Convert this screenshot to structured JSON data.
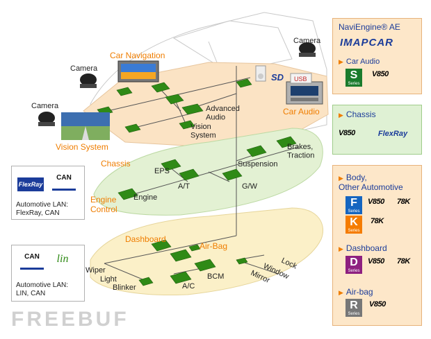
{
  "diagram": {
    "labels": {
      "car_navigation": "Car Navigation",
      "camera_1": "Camera",
      "camera_2": "Camera",
      "camera_3": "Camera",
      "vision_system_device": "Vision System",
      "advanced_audio": "Advanced\nAudio",
      "vision_system_node": "Vision\nSystem",
      "car_audio": "Car Audio",
      "chassis": "Chassis",
      "eps": "EPS",
      "at": "A/T",
      "suspension": "Suspension",
      "brakes_traction": "Brakes,\nTraction",
      "gw": "G/W",
      "engine_control": "Engine\nControl",
      "engine": "Engine",
      "dashboard": "Dashboard",
      "airbag": "Air-Bag",
      "wiper": "Wiper",
      "light": "Light",
      "blinker": "Blinker",
      "ac": "A/C",
      "bcm": "BCM",
      "mirror": "Mirror",
      "window": "Window",
      "lock": "Lock"
    },
    "device_marks": {
      "sd": "SD",
      "usb": "USB"
    }
  },
  "callouts": [
    {
      "text": "Automotive LAN:\nFlexRay, CAN",
      "logo_flexray": "FlexRay",
      "logo_can": "CAN"
    },
    {
      "text": "Automotive LAN:\nLIN, CAN",
      "logo_can": "CAN",
      "logo_lin": "lin"
    }
  ],
  "sidebar": {
    "panel1": {
      "title": "NaviEngine® AE",
      "imapcar": "IMAPCAR",
      "sub": "Car Audio",
      "chips": [
        {
          "letter": "S",
          "series": "Series",
          "color": "#1a7b2c"
        }
      ],
      "logos": [
        "V850"
      ]
    },
    "panel2": {
      "title": "Chassis",
      "logos": [
        "V850",
        "FlexRay"
      ]
    },
    "panel3": {
      "sections": [
        {
          "title": "Body,\nOther Automotive",
          "rows": [
            {
              "chip": "F",
              "series": "Series",
              "color": "#1565c0",
              "logos": [
                "V850",
                "78K"
              ]
            },
            {
              "chip": "K",
              "series": "Series",
              "color": "#f57c00",
              "logos": [
                "78K"
              ]
            }
          ]
        },
        {
          "title": "Dashboard",
          "rows": [
            {
              "chip": "D",
              "series": "Series",
              "color": "#8e2080",
              "logos": [
                "V850",
                "78K"
              ]
            }
          ]
        },
        {
          "title": "Air-bag",
          "rows": [
            {
              "chip": "R",
              "series": "Series",
              "color": "#777777",
              "logos": [
                "V850"
              ]
            }
          ]
        }
      ]
    }
  },
  "watermark": "FREEBUF",
  "colors": {
    "accent_orange": "#ef7d00",
    "node_green": "#2f8a16",
    "title_blue": "#1b3c9a",
    "layer_top": "#fbe3c4",
    "layer_middle": "#e3f1d3",
    "layer_bottom": "#fbf0c8"
  }
}
